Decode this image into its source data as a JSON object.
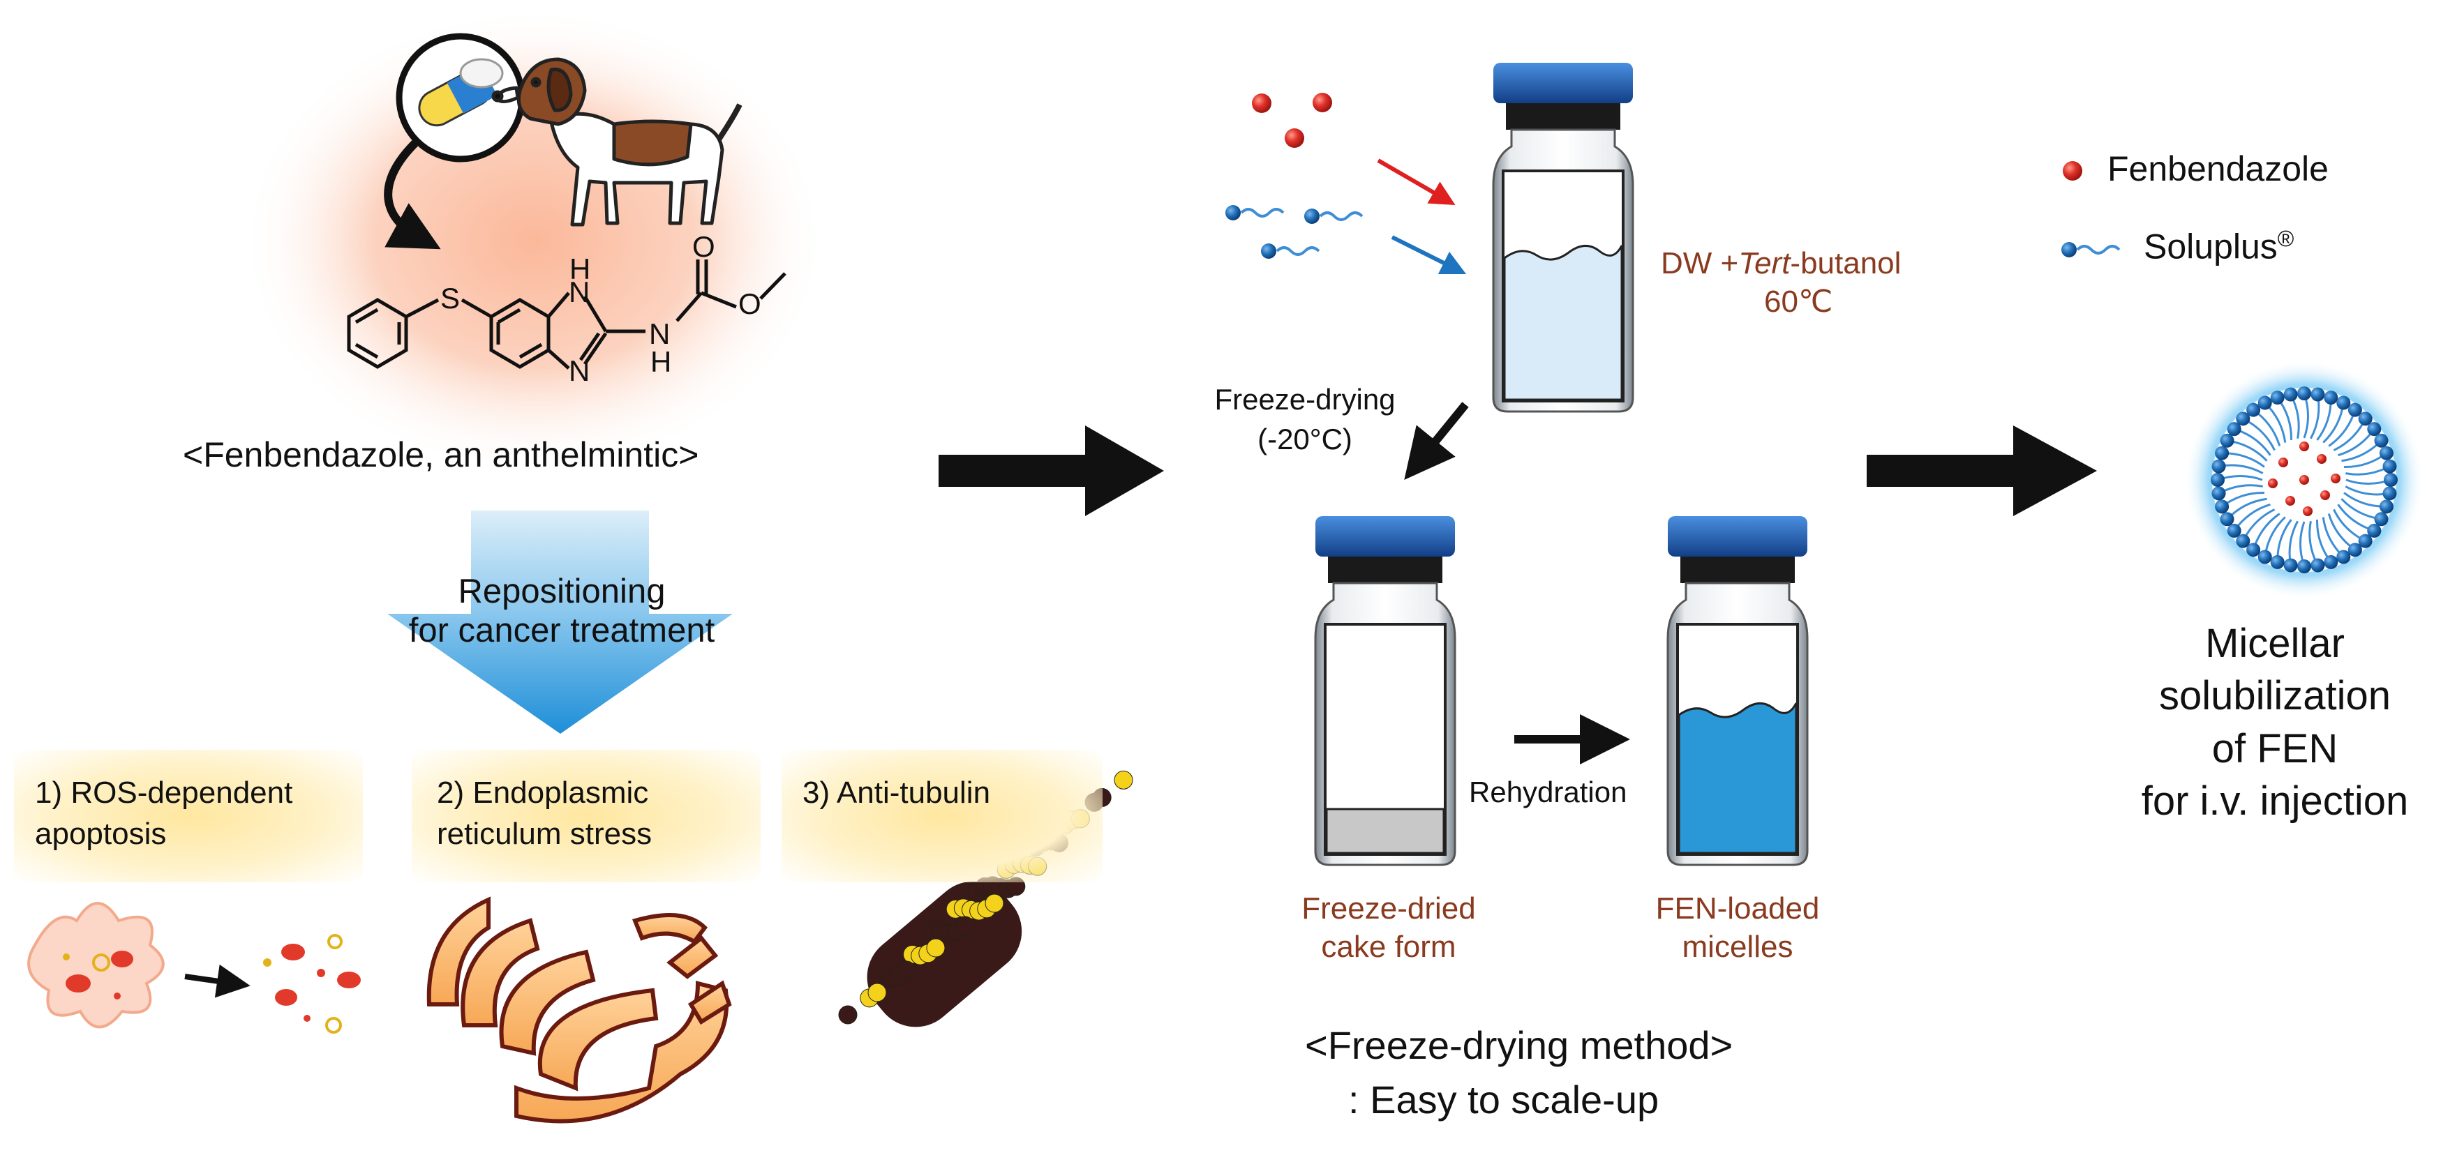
{
  "left_panel": {
    "drug_caption": "<Fenbendazole, an anthelmintic>",
    "structure_atoms": {
      "sulfur": "S",
      "h_top": "H",
      "n_top": "N",
      "n_bottom": "N",
      "h_nh": "H",
      "n_nh": "N",
      "o_carbonyl": "O",
      "o_ester": "O"
    },
    "repositioning_line1": "Repositioning",
    "repositioning_line2": "for cancer treatment",
    "mechanisms": [
      {
        "line1": "1) ROS-dependent",
        "line2": "apoptosis"
      },
      {
        "line1": "2) Endoplasmic",
        "line2": "reticulum stress"
      },
      {
        "line1": "3) Anti-tubulin",
        "line2": ""
      }
    ]
  },
  "middle_panel": {
    "solvent_line1_prefix": "DW +",
    "solvent_line1_italic": "Tert",
    "solvent_line1_suffix": "-butanol",
    "solvent_line2": "60℃",
    "freeze_drying_line1": "Freeze-drying",
    "freeze_drying_line2": "(-20°C)",
    "rehydration": "Rehydration",
    "cake_line1": "Freeze-dried",
    "cake_line2": "cake form",
    "loaded_line1": "FEN-loaded",
    "loaded_line2": "micelles",
    "method_line1": "<Freeze-drying method>",
    "method_line2": ": Easy to scale-up"
  },
  "legend": {
    "fenbendazole": "Fenbendazole",
    "soluplus": "Soluplus",
    "soluplus_mark": "®"
  },
  "right_panel": {
    "caption_lines": [
      "Micellar",
      "solubilization",
      "of FEN",
      "for i.v. injection"
    ]
  },
  "colors": {
    "drug_red": "#e0322a",
    "polymer_blue": "#1f6fb8",
    "label_brown": "#8a3a1e",
    "vial_cap": "#1b5fb0",
    "solution_light": "#d9ebf8",
    "solution_dark": "#2a97d6",
    "cake_gray": "#c8c8c8",
    "arrow_red": "#e02020",
    "arrow_blue": "#1f74c0",
    "highlight_yellow": "#ffe7a0"
  },
  "icons": [
    "pill-capsule-icon",
    "dog-icon",
    "curved-arrow-icon",
    "cell-icon",
    "endoplasmic-reticulum-icon",
    "microtubule-icon",
    "vial-icon",
    "micelle-icon"
  ]
}
